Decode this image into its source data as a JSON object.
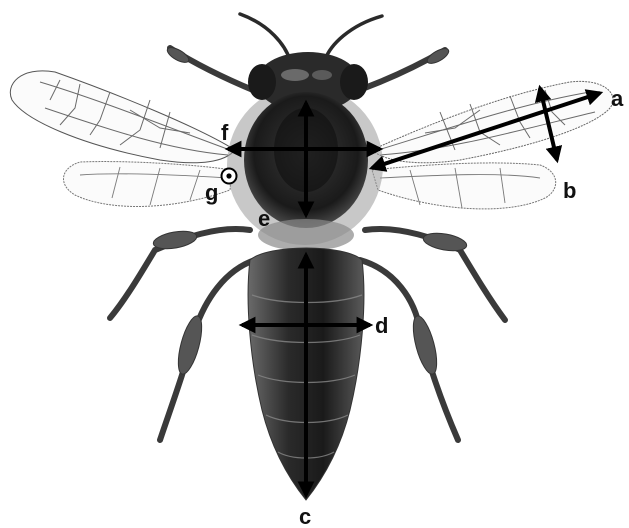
{
  "labels": {
    "a": "a",
    "b": "b",
    "c": "c",
    "d": "d",
    "e": "e",
    "f": "f",
    "g": "g"
  },
  "colors": {
    "arrow": "#000000",
    "body_dark": "#1e1e1e",
    "body_mid": "#4a4a4a",
    "hair": "#9a9a9a",
    "wing_line": "#6a6a6a",
    "wing_fill": "#fbfbfb"
  }
}
